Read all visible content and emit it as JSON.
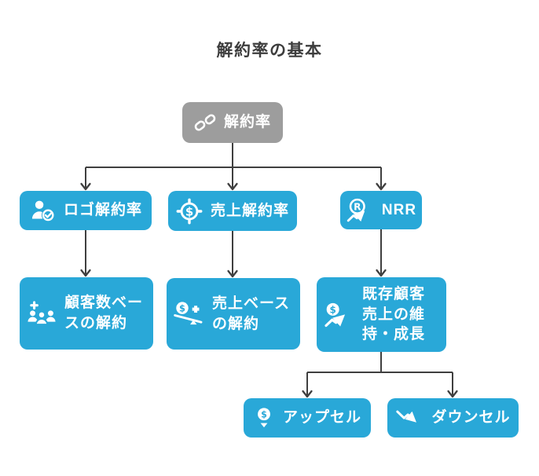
{
  "diagram": {
    "title": "解約率の基本",
    "nodes": [
      {
        "id": "churn-rate",
        "label": "解約率",
        "icon": "chain-link-icon",
        "variant": "gray"
      },
      {
        "id": "logo-churn-rate",
        "label": "ロゴ解約率",
        "icon": "user-check-icon",
        "variant": "blue"
      },
      {
        "id": "revenue-churn-rate",
        "label": "売上解約率",
        "icon": "dollar-target-icon",
        "variant": "blue"
      },
      {
        "id": "nrr",
        "label": "NRR",
        "icon": "registered-trend-up-icon",
        "variant": "blue"
      },
      {
        "id": "customer-count-based-churn",
        "label": "顧客数ベースの解約",
        "icon": "people-group-plus-icon",
        "variant": "blue"
      },
      {
        "id": "revenue-based-churn",
        "label": "売上ベースの解約",
        "icon": "dollar-balance-plus-icon",
        "variant": "blue"
      },
      {
        "id": "existing-customer-revenue",
        "label": "既存顧客売上の維持・成長",
        "icon": "dollar-trend-up-icon",
        "variant": "blue"
      },
      {
        "id": "upsell",
        "label": "アップセル",
        "icon": "dollar-pin-icon",
        "variant": "blue"
      },
      {
        "id": "downsell",
        "label": "ダウンセル",
        "icon": "trend-down-icon",
        "variant": "blue"
      }
    ],
    "edges": [
      {
        "from": "churn-rate",
        "to": "logo-churn-rate"
      },
      {
        "from": "churn-rate",
        "to": "revenue-churn-rate"
      },
      {
        "from": "churn-rate",
        "to": "nrr"
      },
      {
        "from": "logo-churn-rate",
        "to": "customer-count-based-churn"
      },
      {
        "from": "revenue-churn-rate",
        "to": "revenue-based-churn"
      },
      {
        "from": "nrr",
        "to": "existing-customer-revenue"
      },
      {
        "from": "existing-customer-revenue",
        "to": "upsell"
      },
      {
        "from": "existing-customer-revenue",
        "to": "downsell"
      }
    ],
    "colors": {
      "node_blue": "#29a8d8",
      "node_gray": "#9d9d9d",
      "connector": "#3f3f3f",
      "title_text": "#3d3d3d",
      "node_text": "#ffffff",
      "background": "#ffffff"
    }
  }
}
